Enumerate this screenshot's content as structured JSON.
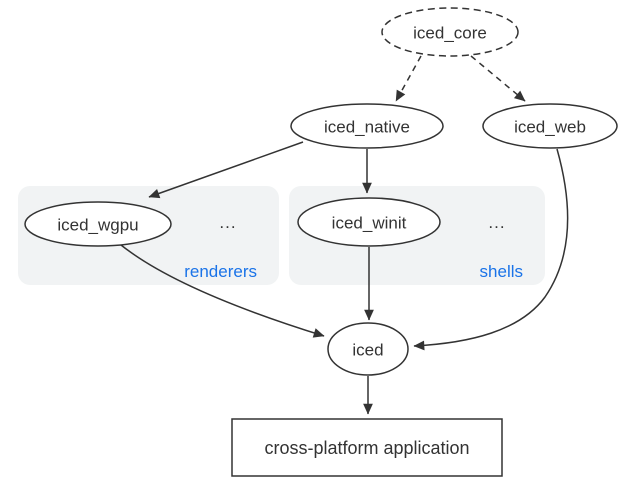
{
  "colors": {
    "background": "#ffffff",
    "stroke": "#333333",
    "text": "#333333",
    "cluster_bg": "#f1f3f4",
    "cluster_label": "#1a73e8"
  },
  "nodes": {
    "iced_core": {
      "label": "iced_core",
      "shape": "dashed-ellipse"
    },
    "iced_native": {
      "label": "iced_native",
      "shape": "ellipse"
    },
    "iced_web": {
      "label": "iced_web",
      "shape": "ellipse"
    },
    "iced_wgpu": {
      "label": "iced_wgpu",
      "shape": "ellipse"
    },
    "iced_winit": {
      "label": "iced_winit",
      "shape": "ellipse"
    },
    "iced": {
      "label": "iced",
      "shape": "ellipse"
    },
    "application": {
      "label": "cross-platform application",
      "shape": "rect"
    }
  },
  "clusters": {
    "renderers": {
      "label": "renderers",
      "more": "..."
    },
    "shells": {
      "label": "shells",
      "more": "..."
    }
  },
  "edges": [
    {
      "from": "iced_core",
      "to": "iced_native",
      "style": "dashed"
    },
    {
      "from": "iced_core",
      "to": "iced_web",
      "style": "dashed"
    },
    {
      "from": "iced_native",
      "to": "iced_wgpu",
      "style": "solid"
    },
    {
      "from": "iced_native",
      "to": "iced_winit",
      "style": "solid"
    },
    {
      "from": "iced_wgpu",
      "to": "iced",
      "style": "solid"
    },
    {
      "from": "iced_winit",
      "to": "iced",
      "style": "solid"
    },
    {
      "from": "iced_web",
      "to": "iced",
      "style": "solid"
    },
    {
      "from": "iced",
      "to": "application",
      "style": "solid"
    }
  ]
}
